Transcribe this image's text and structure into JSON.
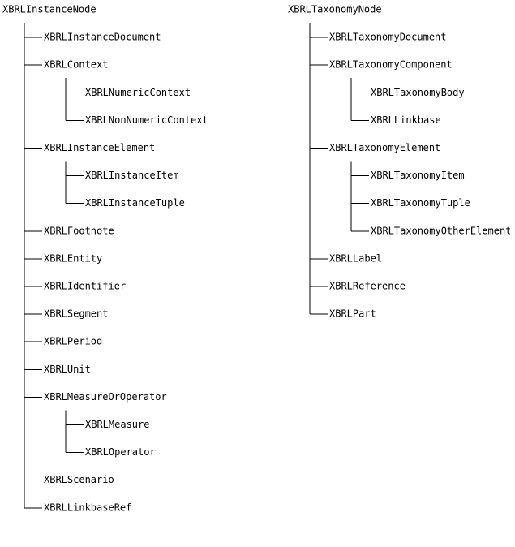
{
  "colors": {
    "text": "#000000",
    "line": "#000000",
    "background": "#ffffff"
  },
  "trees": [
    {
      "label": "XBRLInstanceNode",
      "children": [
        {
          "label": "XBRLInstanceDocument"
        },
        {
          "label": "XBRLContext",
          "children": [
            {
              "label": "XBRLNumericContext"
            },
            {
              "label": "XBRLNonNumericContext"
            }
          ]
        },
        {
          "label": "XBRLInstanceElement",
          "children": [
            {
              "label": "XBRLInstanceItem"
            },
            {
              "label": "XBRLInstanceTuple"
            }
          ]
        },
        {
          "label": "XBRLFootnote"
        },
        {
          "label": "XBRLEntity"
        },
        {
          "label": "XBRLIdentifier"
        },
        {
          "label": "XBRLSegment"
        },
        {
          "label": "XBRLPeriod"
        },
        {
          "label": "XBRLUnit"
        },
        {
          "label": "XBRLMeasureOrOperator",
          "children": [
            {
              "label": "XBRLMeasure"
            },
            {
              "label": "XBRLOperator"
            }
          ]
        },
        {
          "label": "XBRLScenario"
        },
        {
          "label": "XBRLLinkbaseRef"
        }
      ]
    },
    {
      "label": "XBRLTaxonomyNode",
      "children": [
        {
          "label": "XBRLTaxonomyDocument"
        },
        {
          "label": "XBRLTaxonomyComponent",
          "children": [
            {
              "label": "XBRLTaxonomyBody"
            },
            {
              "label": "XBRLLinkbase"
            }
          ]
        },
        {
          "label": "XBRLTaxonomyElement",
          "children": [
            {
              "label": "XBRLTaxonomyItem"
            },
            {
              "label": "XBRLTaxonomyTuple"
            },
            {
              "label": "XBRLTaxonomyOtherElement"
            }
          ]
        },
        {
          "label": "XBRLLabel"
        },
        {
          "label": "XBRLReference"
        },
        {
          "label": "XBRLPart"
        }
      ]
    }
  ]
}
